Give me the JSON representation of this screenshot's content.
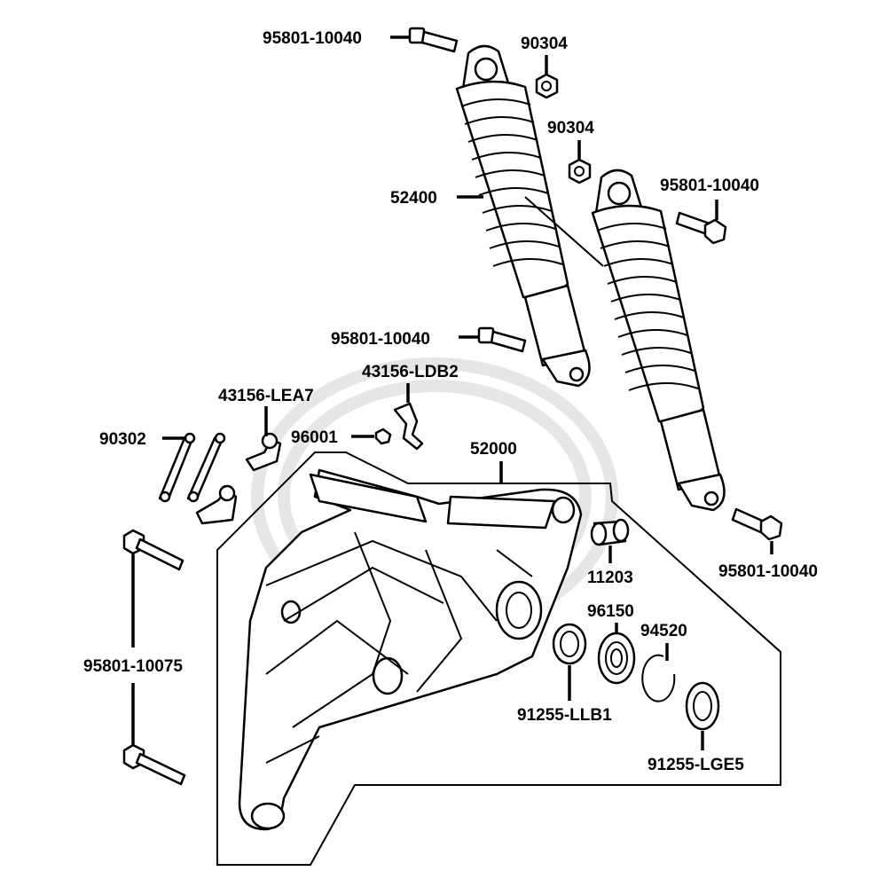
{
  "labels": {
    "bolt_top_left": "95801-10040",
    "nut_top": "90304",
    "nut_mid": "90304",
    "bolt_top_right": "95801-10040",
    "shock_absorber": "52400",
    "bolt_mid": "95801-10040",
    "bracket_ldb2": "43156-LDB2",
    "bracket_lea7": "43156-LEA7",
    "link_plate": "90302",
    "bolt_small": "96001",
    "swing_arm": "52000",
    "bushing": "11203",
    "bolt_bottom_right": "95801-10040",
    "bearing": "96150",
    "circlip": "94520",
    "bolt_long": "95801-10075",
    "seal_llb1": "91255-LLB1",
    "seal_lge5": "91255-LGE5"
  },
  "colors": {
    "line": "#000000",
    "background": "#ffffff",
    "watermark": "#e6e6e6"
  }
}
